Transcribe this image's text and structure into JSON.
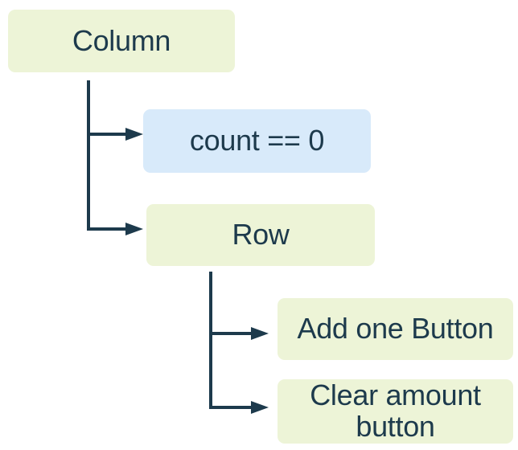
{
  "diagram": {
    "type": "widget-tree",
    "nodes": [
      {
        "id": "column",
        "label": "Column",
        "kind": "widget",
        "fill": "#edf4d7"
      },
      {
        "id": "condition",
        "label": "count == 0",
        "kind": "condition",
        "fill": "#d8eafa"
      },
      {
        "id": "row",
        "label": "Row",
        "kind": "widget",
        "fill": "#edf4d7"
      },
      {
        "id": "add_one",
        "label": "Add one Button",
        "kind": "widget",
        "fill": "#edf4d7"
      },
      {
        "id": "clear",
        "label": "Clear amount button",
        "kind": "widget",
        "fill": "#edf4d7"
      }
    ],
    "edges": [
      {
        "from": "Column",
        "to": "count == 0"
      },
      {
        "from": "Column",
        "to": "Row"
      },
      {
        "from": "Row",
        "to": "Add one Button"
      },
      {
        "from": "Row",
        "to": "Clear amount button"
      }
    ],
    "colors": {
      "widget_fill": "#edf4d7",
      "condition_fill": "#d8eafa",
      "connector": "#1d3a4c",
      "text": "#1d3a4c",
      "background": "#ffffff"
    }
  }
}
